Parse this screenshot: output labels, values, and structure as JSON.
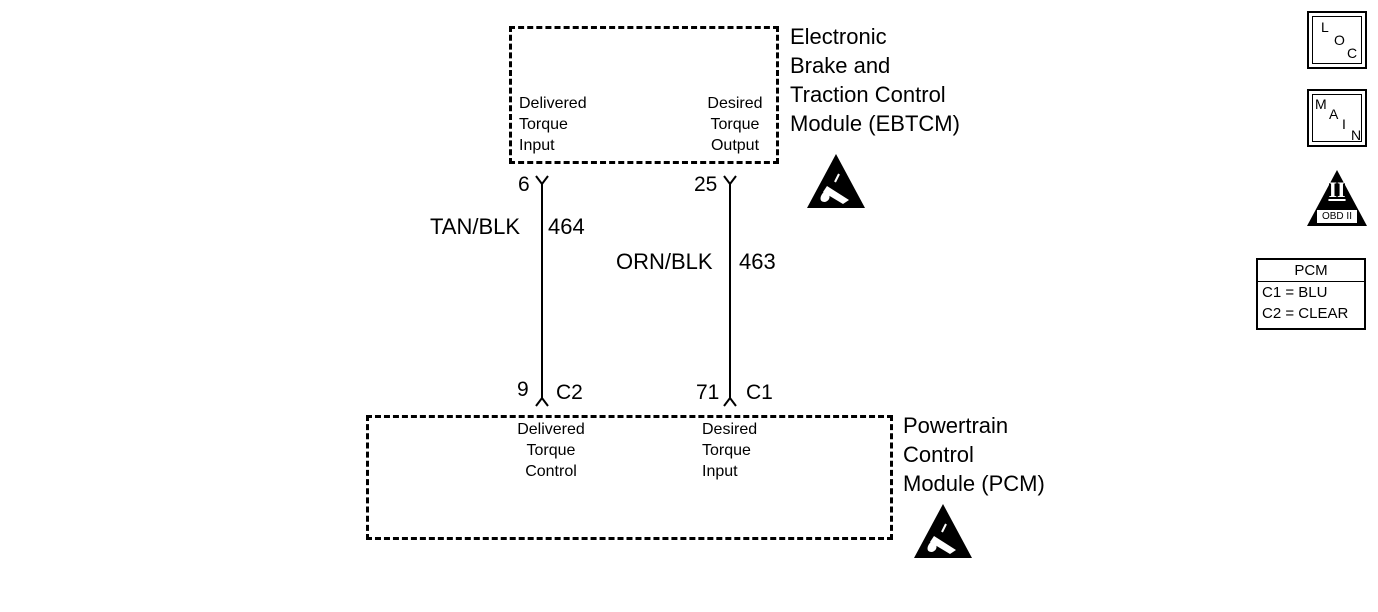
{
  "ebtcm": {
    "title_lines": [
      "Electronic",
      "Brake and",
      "Traction Control",
      "Module (EBTCM)"
    ],
    "left_pin_label": [
      "Delivered",
      "Torque",
      "Input"
    ],
    "right_pin_label": [
      "Desired",
      "Torque",
      "Output"
    ],
    "left_pin": "6",
    "right_pin": "25"
  },
  "pcm": {
    "title_lines": [
      "Powertrain",
      "Control",
      "Module (PCM)"
    ],
    "left_pin_label": [
      "Delivered",
      "Torque",
      "Control"
    ],
    "right_pin_label": [
      "Desired",
      "Torque",
      "Input"
    ],
    "left_pin": "9",
    "left_connector": "C2",
    "right_pin": "71",
    "right_connector": "C1"
  },
  "wires": [
    {
      "color": "TAN/BLK",
      "circuit": "464"
    },
    {
      "color": "ORN/BLK",
      "circuit": "463"
    }
  ],
  "legend": {
    "loc": [
      "L",
      "O",
      "C"
    ],
    "main": [
      "M",
      "A",
      "I",
      "N"
    ],
    "obd_numeral": "II",
    "obd_text": "OBD II"
  },
  "connector_table": {
    "header": "PCM",
    "rows": [
      "C1 = BLU",
      "C2 = CLEAR"
    ]
  },
  "icons": {
    "esd": "esd-warning-icon",
    "obd": "obd-ii-icon"
  }
}
